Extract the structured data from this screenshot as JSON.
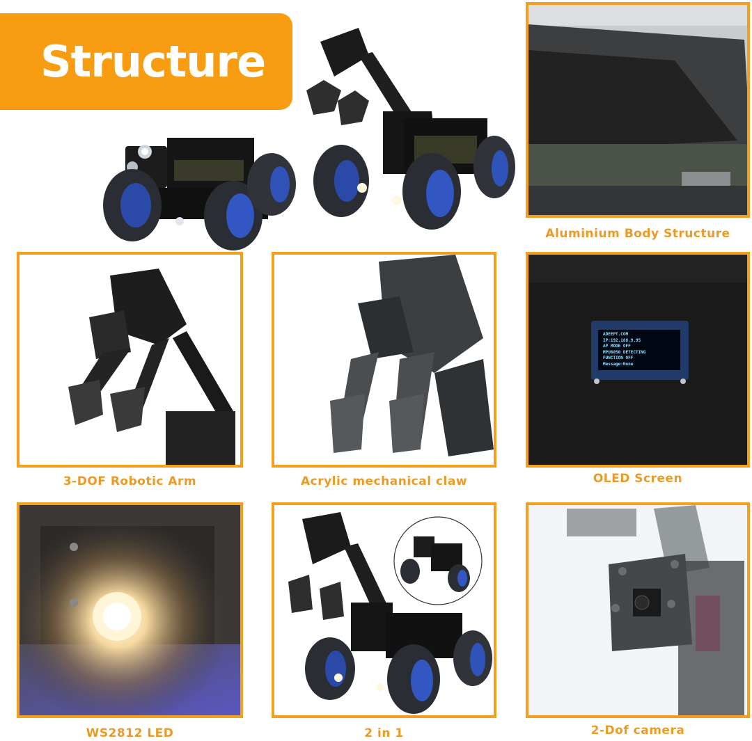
{
  "header": {
    "title": "Structure"
  },
  "colors": {
    "accent": "#f89c12",
    "frame": "#f3a01f",
    "caption": "#eb9b25",
    "background": "#ffffff"
  },
  "hero": {
    "images": [
      {
        "name": "robot-car-camera-mode",
        "description": "4WD robot car with camera head and blue-rim spiked wheels"
      },
      {
        "name": "robot-car-arm-mode",
        "description": "4WD robot car with 3-DOF robotic arm and lit LEDs"
      }
    ]
  },
  "panels": [
    {
      "id": "aluminium-body",
      "caption": "Aluminium Body Structure"
    },
    {
      "id": "robotic-arm",
      "caption": "3-DOF Robotic Arm"
    },
    {
      "id": "mechanical-claw",
      "caption": "Acrylic mechanical claw"
    },
    {
      "id": "oled-screen",
      "caption": "OLED Screen",
      "screen_lines": [
        "ADEEPT.COM",
        "IP:192.168.9.95",
        "AP MODE OFF",
        "MPU6050 DETECTING",
        "FUNCTION OFF",
        "Message:None"
      ]
    },
    {
      "id": "ws2812-led",
      "caption": "WS2812 LED"
    },
    {
      "id": "two-in-one",
      "caption": "2 in 1"
    },
    {
      "id": "camera",
      "caption": "2-Dof camera"
    }
  ]
}
